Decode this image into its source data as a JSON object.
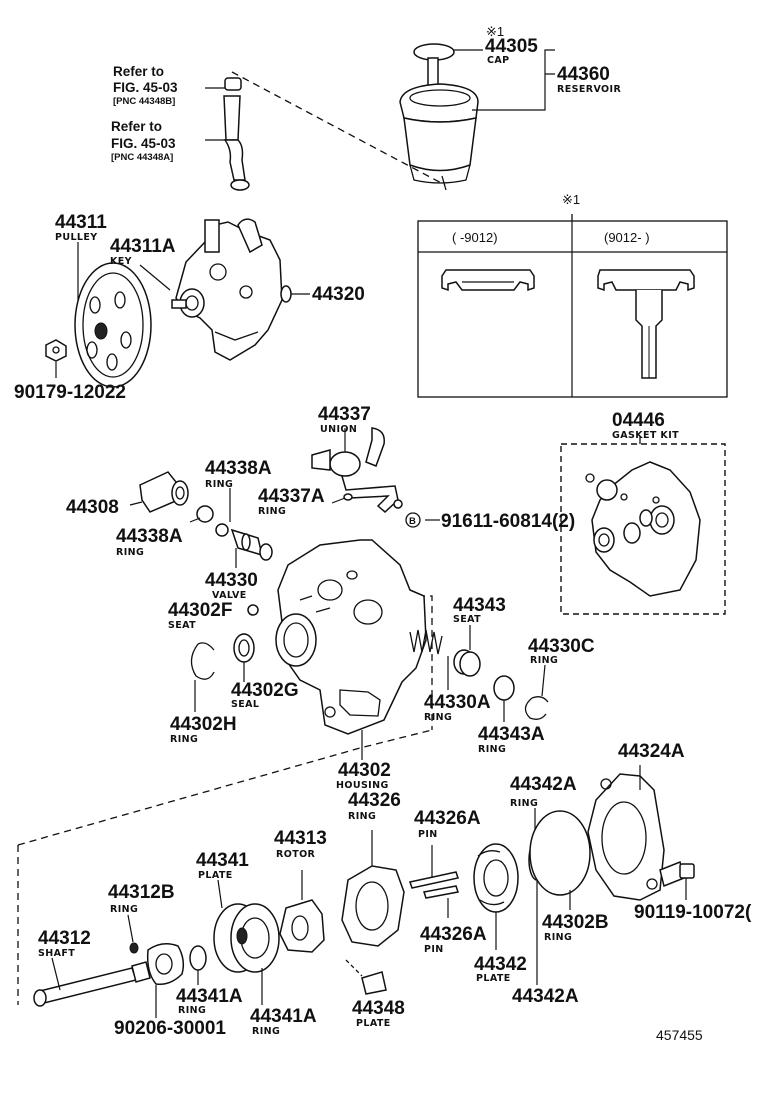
{
  "parts": {
    "p44305": {
      "no": "44305",
      "sub": "CAP",
      "mark": "※1"
    },
    "p44360": {
      "no": "44360",
      "sub": "RESERVOIR"
    },
    "ref1": {
      "line1": "Refer to",
      "line2": "FIG. 45-03",
      "line3": "[PNC 44348B]"
    },
    "ref2": {
      "line1": "Refer to",
      "line2": "FIG. 45-03",
      "line3": "[PNC 44348A]"
    },
    "p44311": {
      "no": "44311",
      "sub": "PULLEY"
    },
    "p44311A": {
      "no": "44311A",
      "sub": "KEY"
    },
    "p44320": {
      "no": "44320"
    },
    "p90179": {
      "no": "90179-12022"
    },
    "p44337": {
      "no": "44337",
      "sub": "UNION"
    },
    "p44338A_top": {
      "no": "44338A",
      "sub": "RING"
    },
    "p44337A": {
      "no": "44337A",
      "sub": "RING"
    },
    "p44308": {
      "no": "44308"
    },
    "p91611": {
      "no": "91611-60814(2)",
      "badge": "B"
    },
    "p44338A_bot": {
      "no": "44338A",
      "sub": "RING"
    },
    "p44330": {
      "no": "44330",
      "sub": "VALVE"
    },
    "p44302F": {
      "no": "44302F",
      "sub": "SEAT"
    },
    "p44343": {
      "no": "44343",
      "sub": "SEAT"
    },
    "p44330C": {
      "no": "44330C",
      "sub": "RING"
    },
    "p44302G": {
      "no": "44302G",
      "sub": "SEAL"
    },
    "p44330A": {
      "no": "44330A",
      "sub": "RING"
    },
    "p44302H": {
      "no": "44302H",
      "sub": "RING"
    },
    "p44343A": {
      "no": "44343A",
      "sub": "RING"
    },
    "p44302": {
      "no": "44302",
      "sub": "HOUSING"
    },
    "p04446": {
      "no": "04446",
      "sub": "GASKET KIT"
    },
    "p44324A": {
      "no": "44324A"
    },
    "p44342A_top": {
      "no": "44342A",
      "sub": "RING"
    },
    "p44326": {
      "no": "44326",
      "sub": "RING"
    },
    "p44326A_top": {
      "no": "44326A",
      "sub": "PIN"
    },
    "p44313": {
      "no": "44313",
      "sub": "ROTOR"
    },
    "p44341": {
      "no": "44341",
      "sub": "PLATE"
    },
    "p44312B": {
      "no": "44312B",
      "sub": "RING"
    },
    "p90119": {
      "no": "90119-10072("
    },
    "p44302B": {
      "no": "44302B",
      "sub": "RING"
    },
    "p44326A_bot": {
      "no": "44326A",
      "sub": "PIN"
    },
    "p44342": {
      "no": "44342",
      "sub": "PLATE"
    },
    "p44342A_bot": {
      "no": "44342A"
    },
    "p44312": {
      "no": "44312",
      "sub": "SHAFT"
    },
    "p44341A_left": {
      "no": "44341A",
      "sub": "RING"
    },
    "p44341A_right": {
      "no": "44341A",
      "sub": "RING"
    },
    "p44348": {
      "no": "44348",
      "sub": "PLATE"
    },
    "p90206": {
      "no": "90206-30001"
    }
  },
  "inset": {
    "mark": "※1",
    "col_left": "(      -9012)",
    "col_right": "(9012-      )"
  },
  "figure_no": "457455"
}
